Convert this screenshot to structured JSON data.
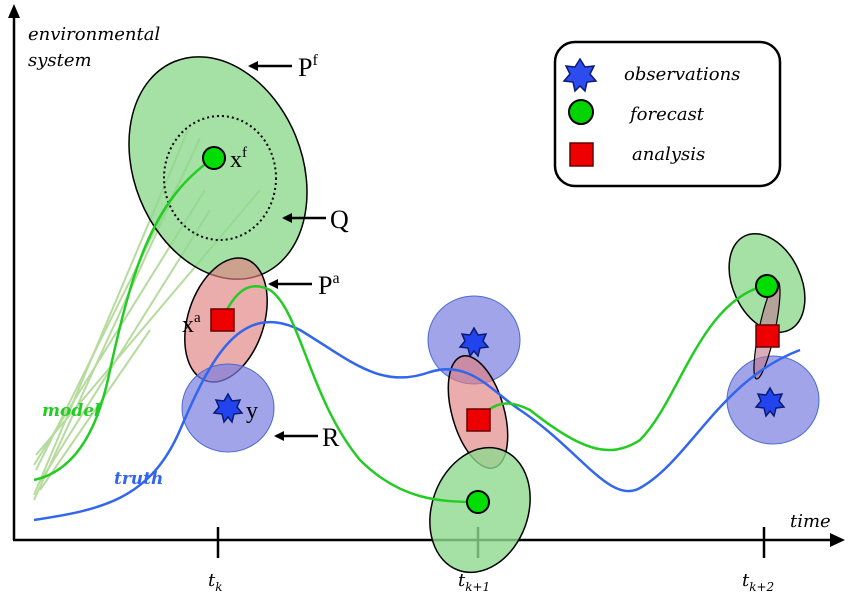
{
  "axes": {
    "y_label_line1": "environmental",
    "y_label_line2": "system",
    "x_label": "time",
    "ticks": [
      {
        "base": "t",
        "sub": "k"
      },
      {
        "base": "t",
        "sub": "k+1"
      },
      {
        "base": "t",
        "sub": "k+2"
      }
    ]
  },
  "legend": {
    "items": [
      {
        "symbol": "star",
        "label": "observations",
        "color": "#2c4cf0"
      },
      {
        "symbol": "circle",
        "label": "forecast",
        "color": "#00d400"
      },
      {
        "symbol": "square",
        "label": "analysis",
        "color": "#ee0000"
      }
    ]
  },
  "annotations": {
    "Pf": {
      "base": "P",
      "sup": "f"
    },
    "Q": {
      "base": "Q"
    },
    "Pa": {
      "base": "P",
      "sup": "a"
    },
    "R": {
      "base": "R"
    },
    "xf": {
      "base": "x",
      "sup": "f"
    },
    "xa": {
      "base": "x",
      "sup": "a"
    },
    "y": {
      "base": "y"
    }
  },
  "curve_labels": {
    "model": "model",
    "truth": "truth"
  },
  "colors": {
    "model": "#22cc22",
    "truth": "#3366ee",
    "forecast_fill": "#8fd88f",
    "analysis_fill": "#e79a9a",
    "obs_fill": "#8c8ee6",
    "forecast_point": "#00dd00",
    "analysis_point": "#ee0000",
    "obs_point": "#2244ee"
  }
}
